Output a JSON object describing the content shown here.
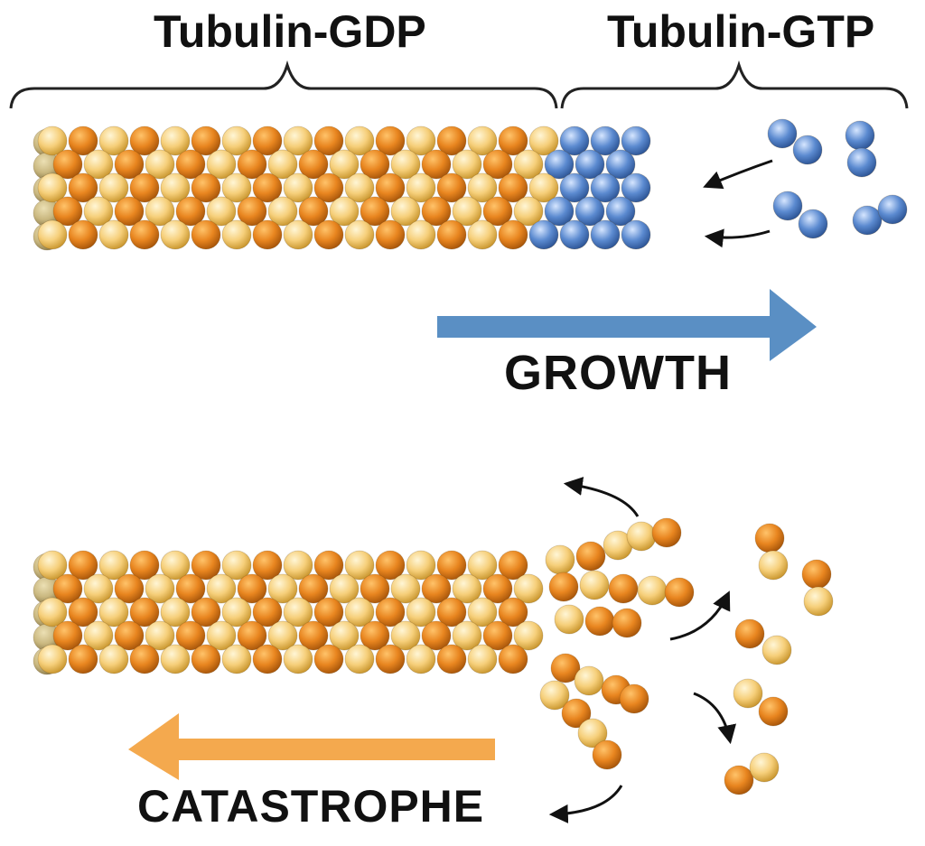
{
  "labels": {
    "gdp_region": "Tubulin-GDP",
    "gtp_cap": "Tubulin-GTP",
    "growth": "GROWTH",
    "catastrophe": "CATASTROPHE"
  },
  "colors": {
    "gdp_light": "#f6cf7a",
    "gdp_dark": "#e8851f",
    "gtp_blue": "#5b8ad0",
    "back_olive": "#c9b77f",
    "growth_arrow": "#5a8fc4",
    "catastrophe_arrow": "#f4a94e",
    "text": "#111111"
  }
}
